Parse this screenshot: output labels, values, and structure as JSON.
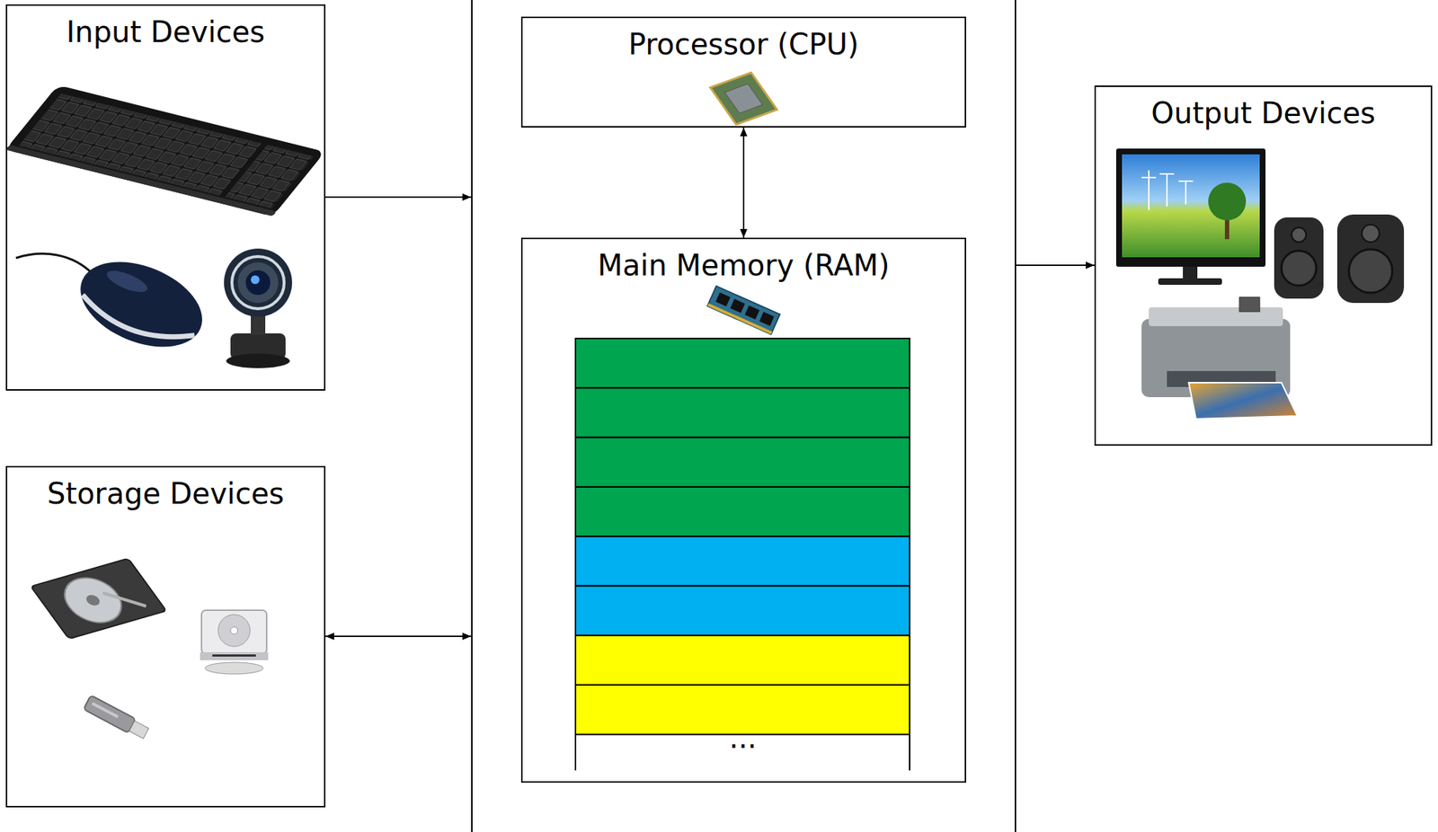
{
  "diagram": {
    "nodes": [
      {
        "text": [
          "Input Devices"
        ]
      },
      {
        "text": [
          "Storage Devices"
        ]
      },
      {
        "text": []
      },
      {
        "text": [
          "Processor (CPU)"
        ],
        "in": 2
      },
      {
        "text": [
          "Main Memory (RAM)"
        ],
        "in": 2
      },
      {
        "text": [
          "Output Devices"
        ]
      }
    ],
    "edges": [
      {
        "from": 0,
        "to": 2,
        "arrow": "to"
      },
      {
        "from": 1,
        "to": 2,
        "arrow": "both"
      },
      {
        "from": 3,
        "to": 4,
        "arrow": "both"
      },
      {
        "from": 2,
        "to": 5,
        "arrow": "to"
      }
    ],
    "labels": [
      "..."
    ]
  }
}
